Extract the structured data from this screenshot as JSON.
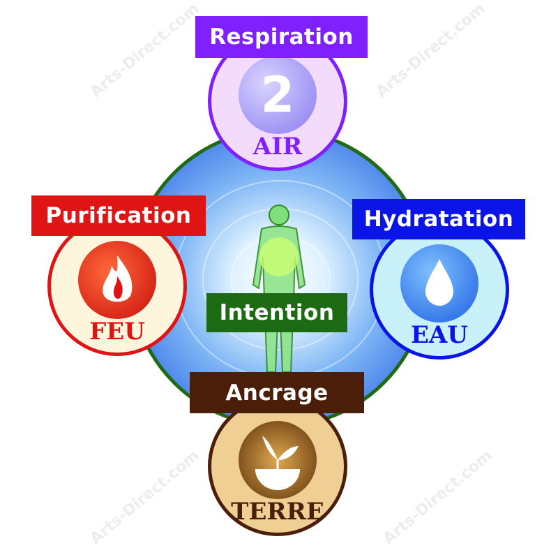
{
  "watermark": "Arts-Direct.com",
  "center": {
    "label": "Intention",
    "color": "#1c6b12"
  },
  "elements": [
    {
      "key": "air",
      "name": "AIR",
      "label": "Respiration",
      "color": "#8020ff",
      "fill": "#f3dcfb",
      "icon": "air-swirl-icon"
    },
    {
      "key": "feu",
      "name": "FEU",
      "label": "Purification",
      "color": "#e01414",
      "fill": "#fdf6dc",
      "icon": "flame-icon"
    },
    {
      "key": "eau",
      "name": "EAU",
      "label": "Hydratation",
      "color": "#0a14e6",
      "fill": "#c9f1fa",
      "icon": "water-drop-icon"
    },
    {
      "key": "terre",
      "name": "TERRE",
      "label": "Ancrage",
      "color": "#4a1e08",
      "fill": "#f0cf94",
      "icon": "plant-globe-icon"
    }
  ]
}
